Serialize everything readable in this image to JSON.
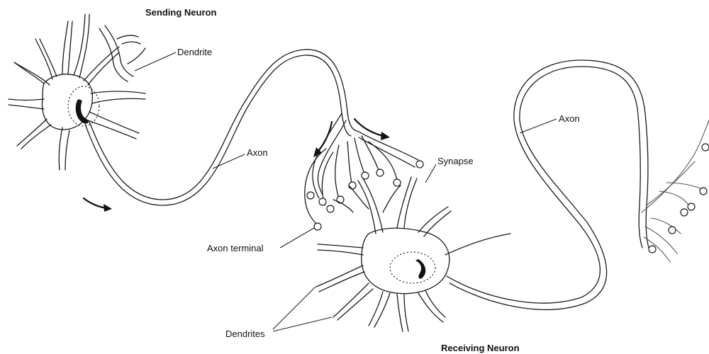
{
  "labels": {
    "sending_neuron": "Sending Neuron",
    "dendrite": "Dendrite",
    "axon_left": "Axon",
    "synapse": "Synapse",
    "axon_right": "Axon",
    "axon_terminal": "Axon terminal",
    "dendrites": "Dendrites",
    "receiving_neuron": "Receiving Neuron"
  }
}
